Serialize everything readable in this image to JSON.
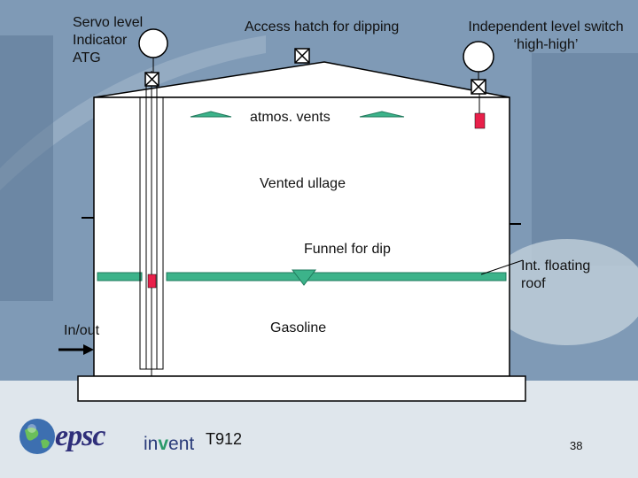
{
  "labels": {
    "servo": [
      "Servo level",
      "Indicator",
      "ATG"
    ],
    "hatch": "Access hatch for dipping",
    "switch": [
      "Independent level switch",
      "‘high-high’"
    ],
    "atmos_vents": "atmos. vents",
    "ullage": "Vented ullage",
    "funnel": "Funnel for dip",
    "roof": [
      "Int. floating",
      "roof"
    ],
    "gasoline": "Gasoline",
    "in_out": "In/out"
  },
  "footer": {
    "code": "T912",
    "page": "38",
    "logo_epsc": "epsc",
    "logo_invent": [
      "in",
      "v",
      "ent"
    ]
  },
  "colors": {
    "tank_fill": "#ffffff",
    "roof_bar": "#3cb38a",
    "vent": "#3cb38a",
    "sensor": "#e8204a",
    "outline": "#000000"
  },
  "icons": [
    "hatch-icon",
    "level-gauge-icon",
    "level-switch-icon",
    "vent-icon",
    "dip-funnel-icon",
    "flow-arrow-icon"
  ]
}
